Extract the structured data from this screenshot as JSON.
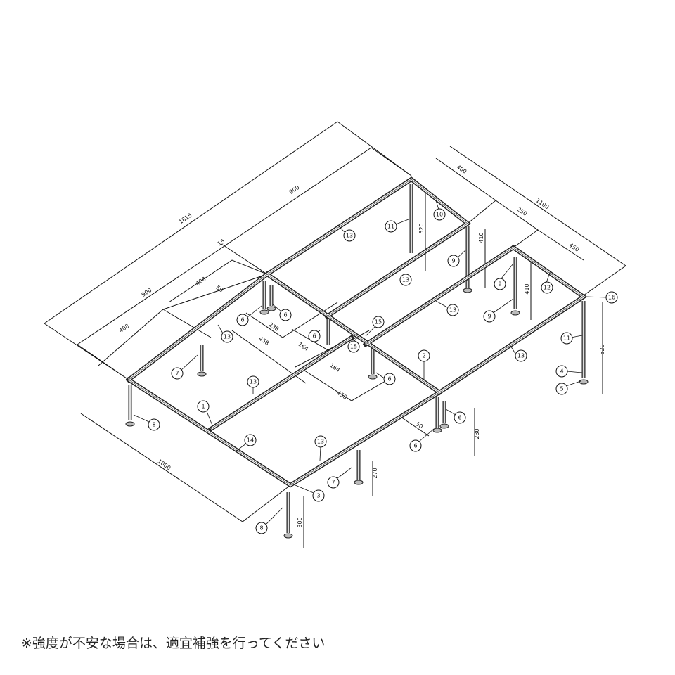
{
  "drawing": {
    "dimensions": [
      "1815",
      "900",
      "900",
      "408",
      "408",
      "50",
      "15",
      "238",
      "458",
      "164",
      "164",
      "458",
      "50",
      "1000",
      "400",
      "1100",
      "250",
      "450",
      "520",
      "410",
      "410",
      "520",
      "230",
      "270",
      "300"
    ],
    "balloons": [
      "13",
      "11",
      "10",
      "9",
      "13",
      "9",
      "12",
      "16",
      "9",
      "13",
      "15",
      "6",
      "15",
      "2",
      "13",
      "11",
      "4",
      "5",
      "6",
      "6",
      "13",
      "7",
      "13",
      "6",
      "1",
      "8",
      "14",
      "13",
      "6",
      "6",
      "7",
      "3",
      "8"
    ]
  },
  "caption": "※強度が不安な場合は、適宜補強を行ってください"
}
